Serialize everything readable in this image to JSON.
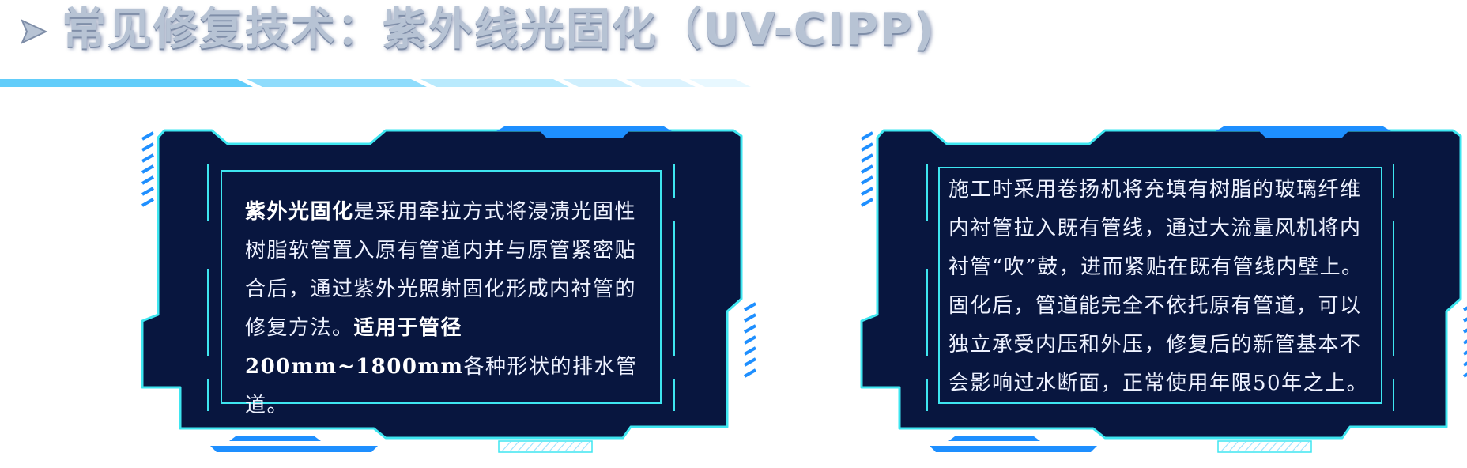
{
  "header": {
    "title": "常见修复技术：紫外线光固化（UV-CIPP)"
  },
  "colors": {
    "title_text": "#b7c3d4",
    "panel_bg": "#08163f",
    "panel_border": "#3ee6f0",
    "accent_blue": "#1e8fff",
    "stripe_light": "#9fe4ff"
  },
  "card_left": {
    "term": "紫外光固化",
    "text_a": "是采用牵拉方式将浸渍光固性树脂软管置入原有管道内并与原管紧密贴合后，通过紫外光照射固化形成内衬管的修复方法。",
    "highlight": "适用于管径200mm~1800mm",
    "text_b": "各种形状的排水管道。"
  },
  "card_right": {
    "text": "施工时采用卷扬机将充填有树脂的玻璃纤维内衬管拉入既有管线，通过大流量风机将内衬管“吹”鼓，进而紧贴在既有管线内壁上。固化后，管道能完全不依托原有管道，可以独立承受内压和外压，修复后的新管基本不会影响过水断面，正常使用年限50年之上。"
  }
}
